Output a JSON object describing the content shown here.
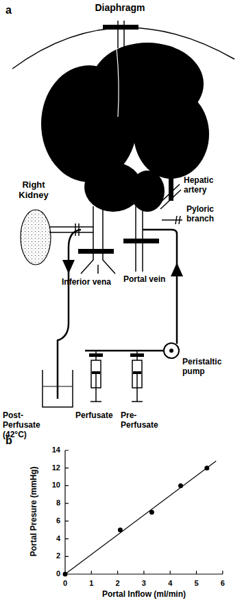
{
  "diagram": {
    "labels": [
      "a",
      "Diaphragm",
      "Right Kidney",
      "Hepatic artery",
      "Pyloric branch",
      "Inferior vena",
      "Portal vein",
      "Peristaltic pump",
      "Post-Perfusate (42°C)",
      "Perfusate",
      "Pre-Perfusate",
      "b",
      "14",
      "12",
      "10",
      "8",
      "6",
      "4",
      "2",
      "0",
      "0",
      "1",
      "2",
      "3",
      "4",
      "5",
      "6",
      "Portal Presure (mmHg)",
      "Portal Inflow (ml/min)"
    ]
  }
}
